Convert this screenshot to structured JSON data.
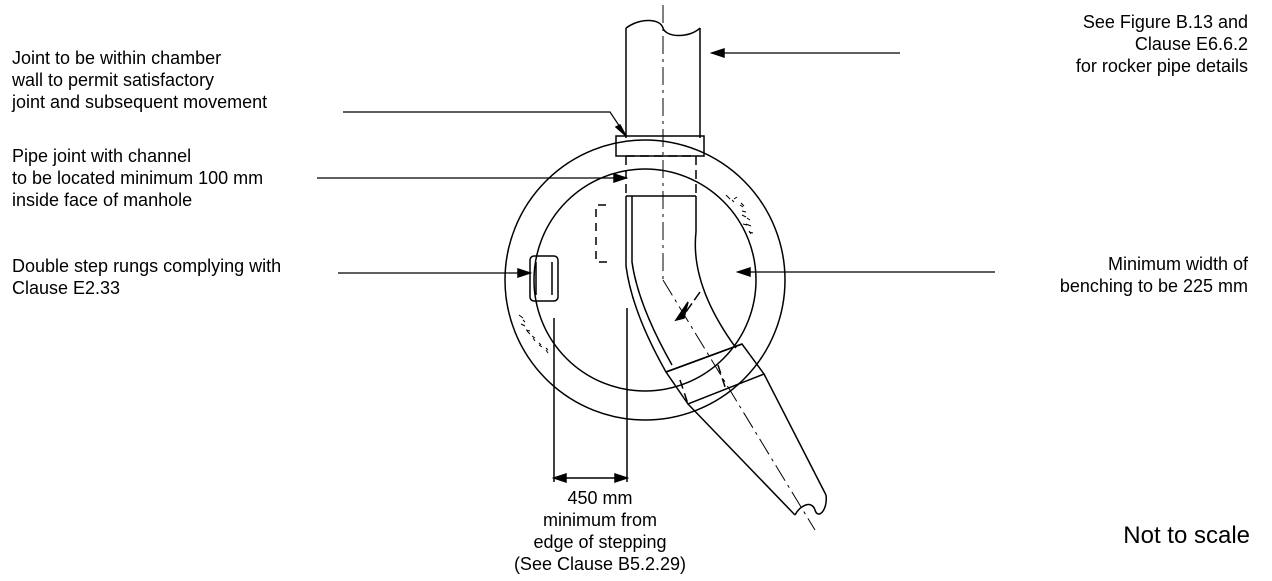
{
  "labels": {
    "joint_chamber": [
      "Joint to be within chamber",
      "wall to permit satisfactory",
      "joint and subsequent movement"
    ],
    "pipe_joint": [
      "Pipe joint with channel",
      "to be located minimum 100 mm",
      "inside face of manhole"
    ],
    "step_rungs": [
      "Double step rungs complying with",
      "Clause E2.33"
    ],
    "see_figure": [
      "See  Figure B.13 and",
      "Clause E6.6.2",
      "for rocker pipe details"
    ],
    "benching": [
      "Minimum width of",
      "benching to be 225 mm"
    ],
    "dimension": [
      "450 mm",
      "minimum from",
      "edge of stepping",
      "(See Clause B5.2.29)"
    ],
    "scale_note": "Not to scale"
  }
}
